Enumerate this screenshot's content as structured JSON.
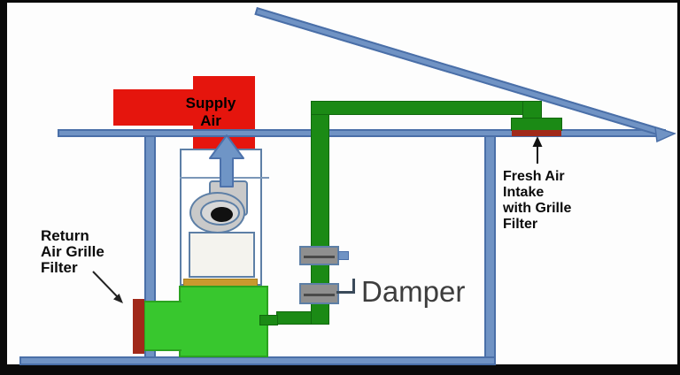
{
  "diagram": {
    "subject": "furnace-fresh-air-intake-diagram"
  },
  "labels": {
    "supply_air_lines": [
      "Supply",
      "Air"
    ],
    "return_filter_lines": [
      "Return",
      "Air Grille",
      "Filter"
    ],
    "fresh_intake_lines": [
      "Fresh Air",
      "Intake",
      "with Grille",
      "Filter"
    ],
    "damper": "Damper"
  },
  "colors": {
    "structure_blue": "#7093c4",
    "structure_blue_border": "#4a6fa8",
    "supply_red": "#e5150d",
    "filter_dark_red": "#a1291a",
    "duct_dark_green": "#1b8a15",
    "unit_bright_green": "#38c72e",
    "damper_gray": "#8f8f8f",
    "burner_gold": "#c9992e",
    "label_black": "#0a0a0a",
    "damper_text_gray": "#3d3d3d",
    "frame_black": "#0a0a0a"
  },
  "icons": {
    "supply_airflow_arrow": "up-arrow",
    "fresh_air_arrow": "up-arrow",
    "return_filter_arrow": "down-right-arrow"
  }
}
